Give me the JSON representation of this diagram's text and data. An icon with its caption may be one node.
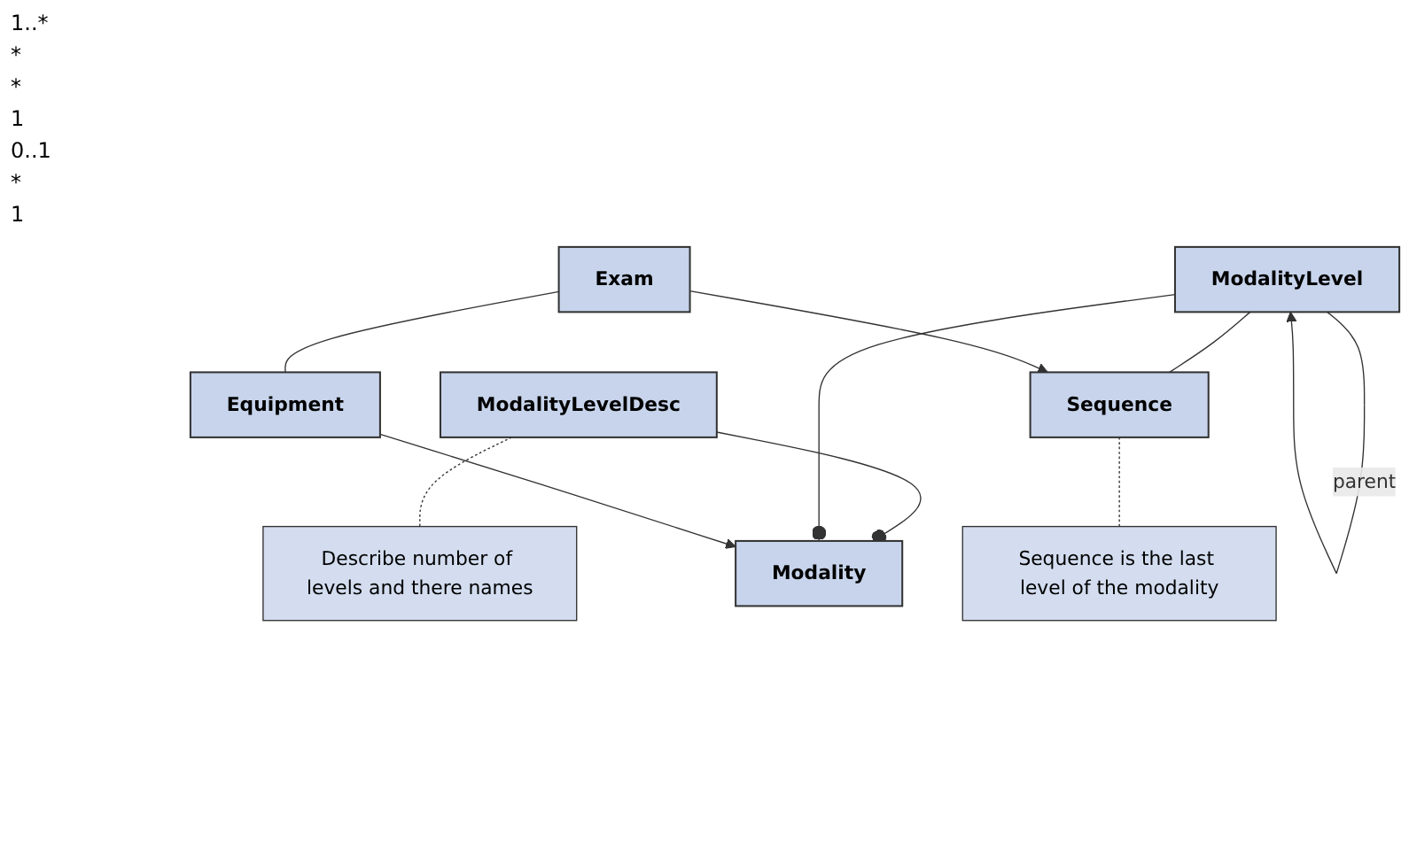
{
  "diagram": {
    "nodes": [
      {
        "text": [
          "Modality"
        ]
      },
      {
        "text": [
          "ModalityLevelDesc"
        ]
      },
      {
        "text": [
          "Describe number of levels and there names"
        ]
      },
      {
        "text": [
          "ModalityLevel"
        ]
      },
      {
        "text": [
          "Sequence"
        ]
      },
      {
        "text": [
          "Exam"
        ]
      },
      {
        "text": [
          "Sequence is the last level of the modality"
        ]
      },
      {
        "text": [
          "Equipment"
        ]
      }
    ],
    "edges": [
      {
        "from": 0,
        "to": 1,
        "arrow": "other"
      },
      {
        "from": 0,
        "to": 3,
        "arrow": "other"
      },
      {
        "from": 1,
        "to": 2,
        "arrow": "none",
        "style": "dashed"
      },
      {
        "from": 3,
        "to": 3,
        "arrow": "to",
        "label": "parent"
      },
      {
        "from": 3,
        "to": 4,
        "arrow": "none"
      },
      {
        "from": 5,
        "to": 4,
        "arrow": "to"
      },
      {
        "from": 4,
        "to": 6,
        "arrow": "none",
        "style": "dashed"
      },
      {
        "from": 5,
        "to": 7,
        "arrow": "none"
      },
      {
        "from": 7,
        "to": 0,
        "arrow": "to"
      }
    ],
    "labels": [
      "1..*",
      "*",
      "*",
      "1",
      "0..1",
      "*",
      "1"
    ]
  }
}
